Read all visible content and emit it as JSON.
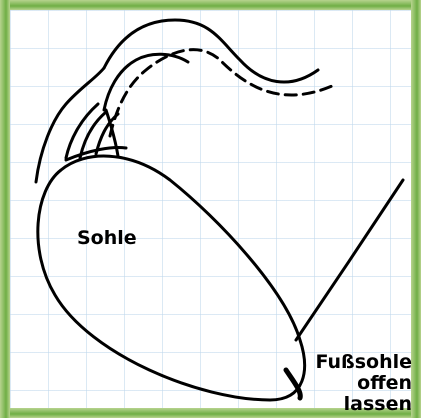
{
  "labels": {
    "sole": "Sohle",
    "foot_sole_line1": "Fußsohle",
    "foot_sole_line2": "offen lassen"
  },
  "colors": {
    "frame": "#6aa63d",
    "grid": "#bed7ec",
    "ink": "#000000"
  }
}
